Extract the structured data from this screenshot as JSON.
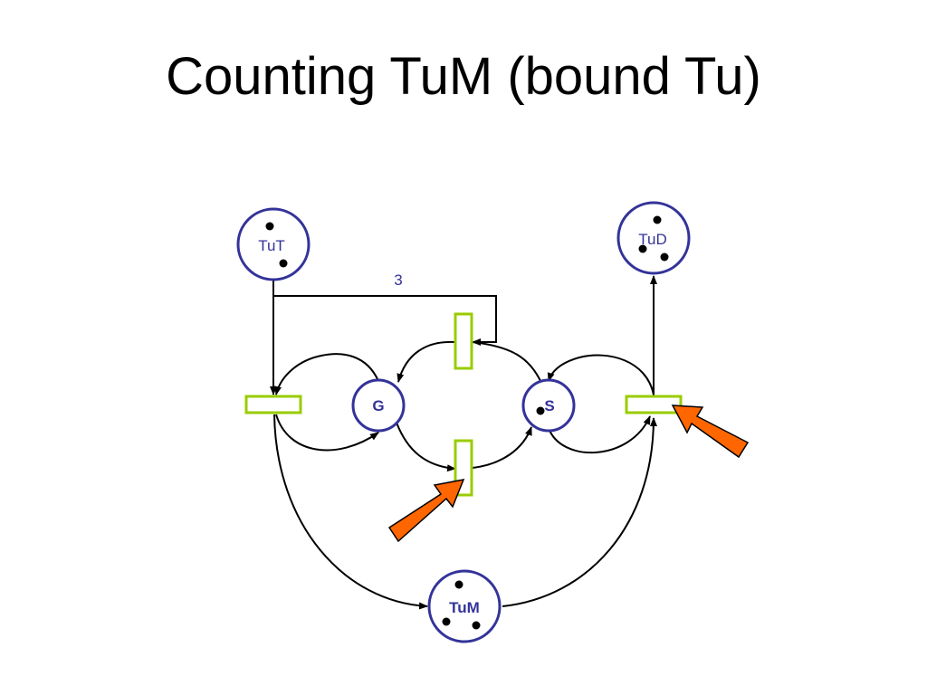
{
  "title": "Counting TuM (bound Tu)",
  "diagram": {
    "places": {
      "tut": {
        "label": "TuT",
        "tokens": 2
      },
      "tud": {
        "label": "TuD",
        "tokens": 3
      },
      "g": {
        "label": "G",
        "tokens": 0
      },
      "s": {
        "label": "S",
        "tokens": 1
      },
      "tum": {
        "label": "TuM",
        "tokens": 3
      }
    },
    "arc_weight": "3"
  },
  "colors": {
    "place_border": "#33339a",
    "place_label": "#33339a",
    "transition_border": "#99cc00",
    "arc": "#000000",
    "token": "#000000",
    "highlight_arrow_fill": "#ff6600",
    "highlight_arrow_border": "#000000"
  }
}
